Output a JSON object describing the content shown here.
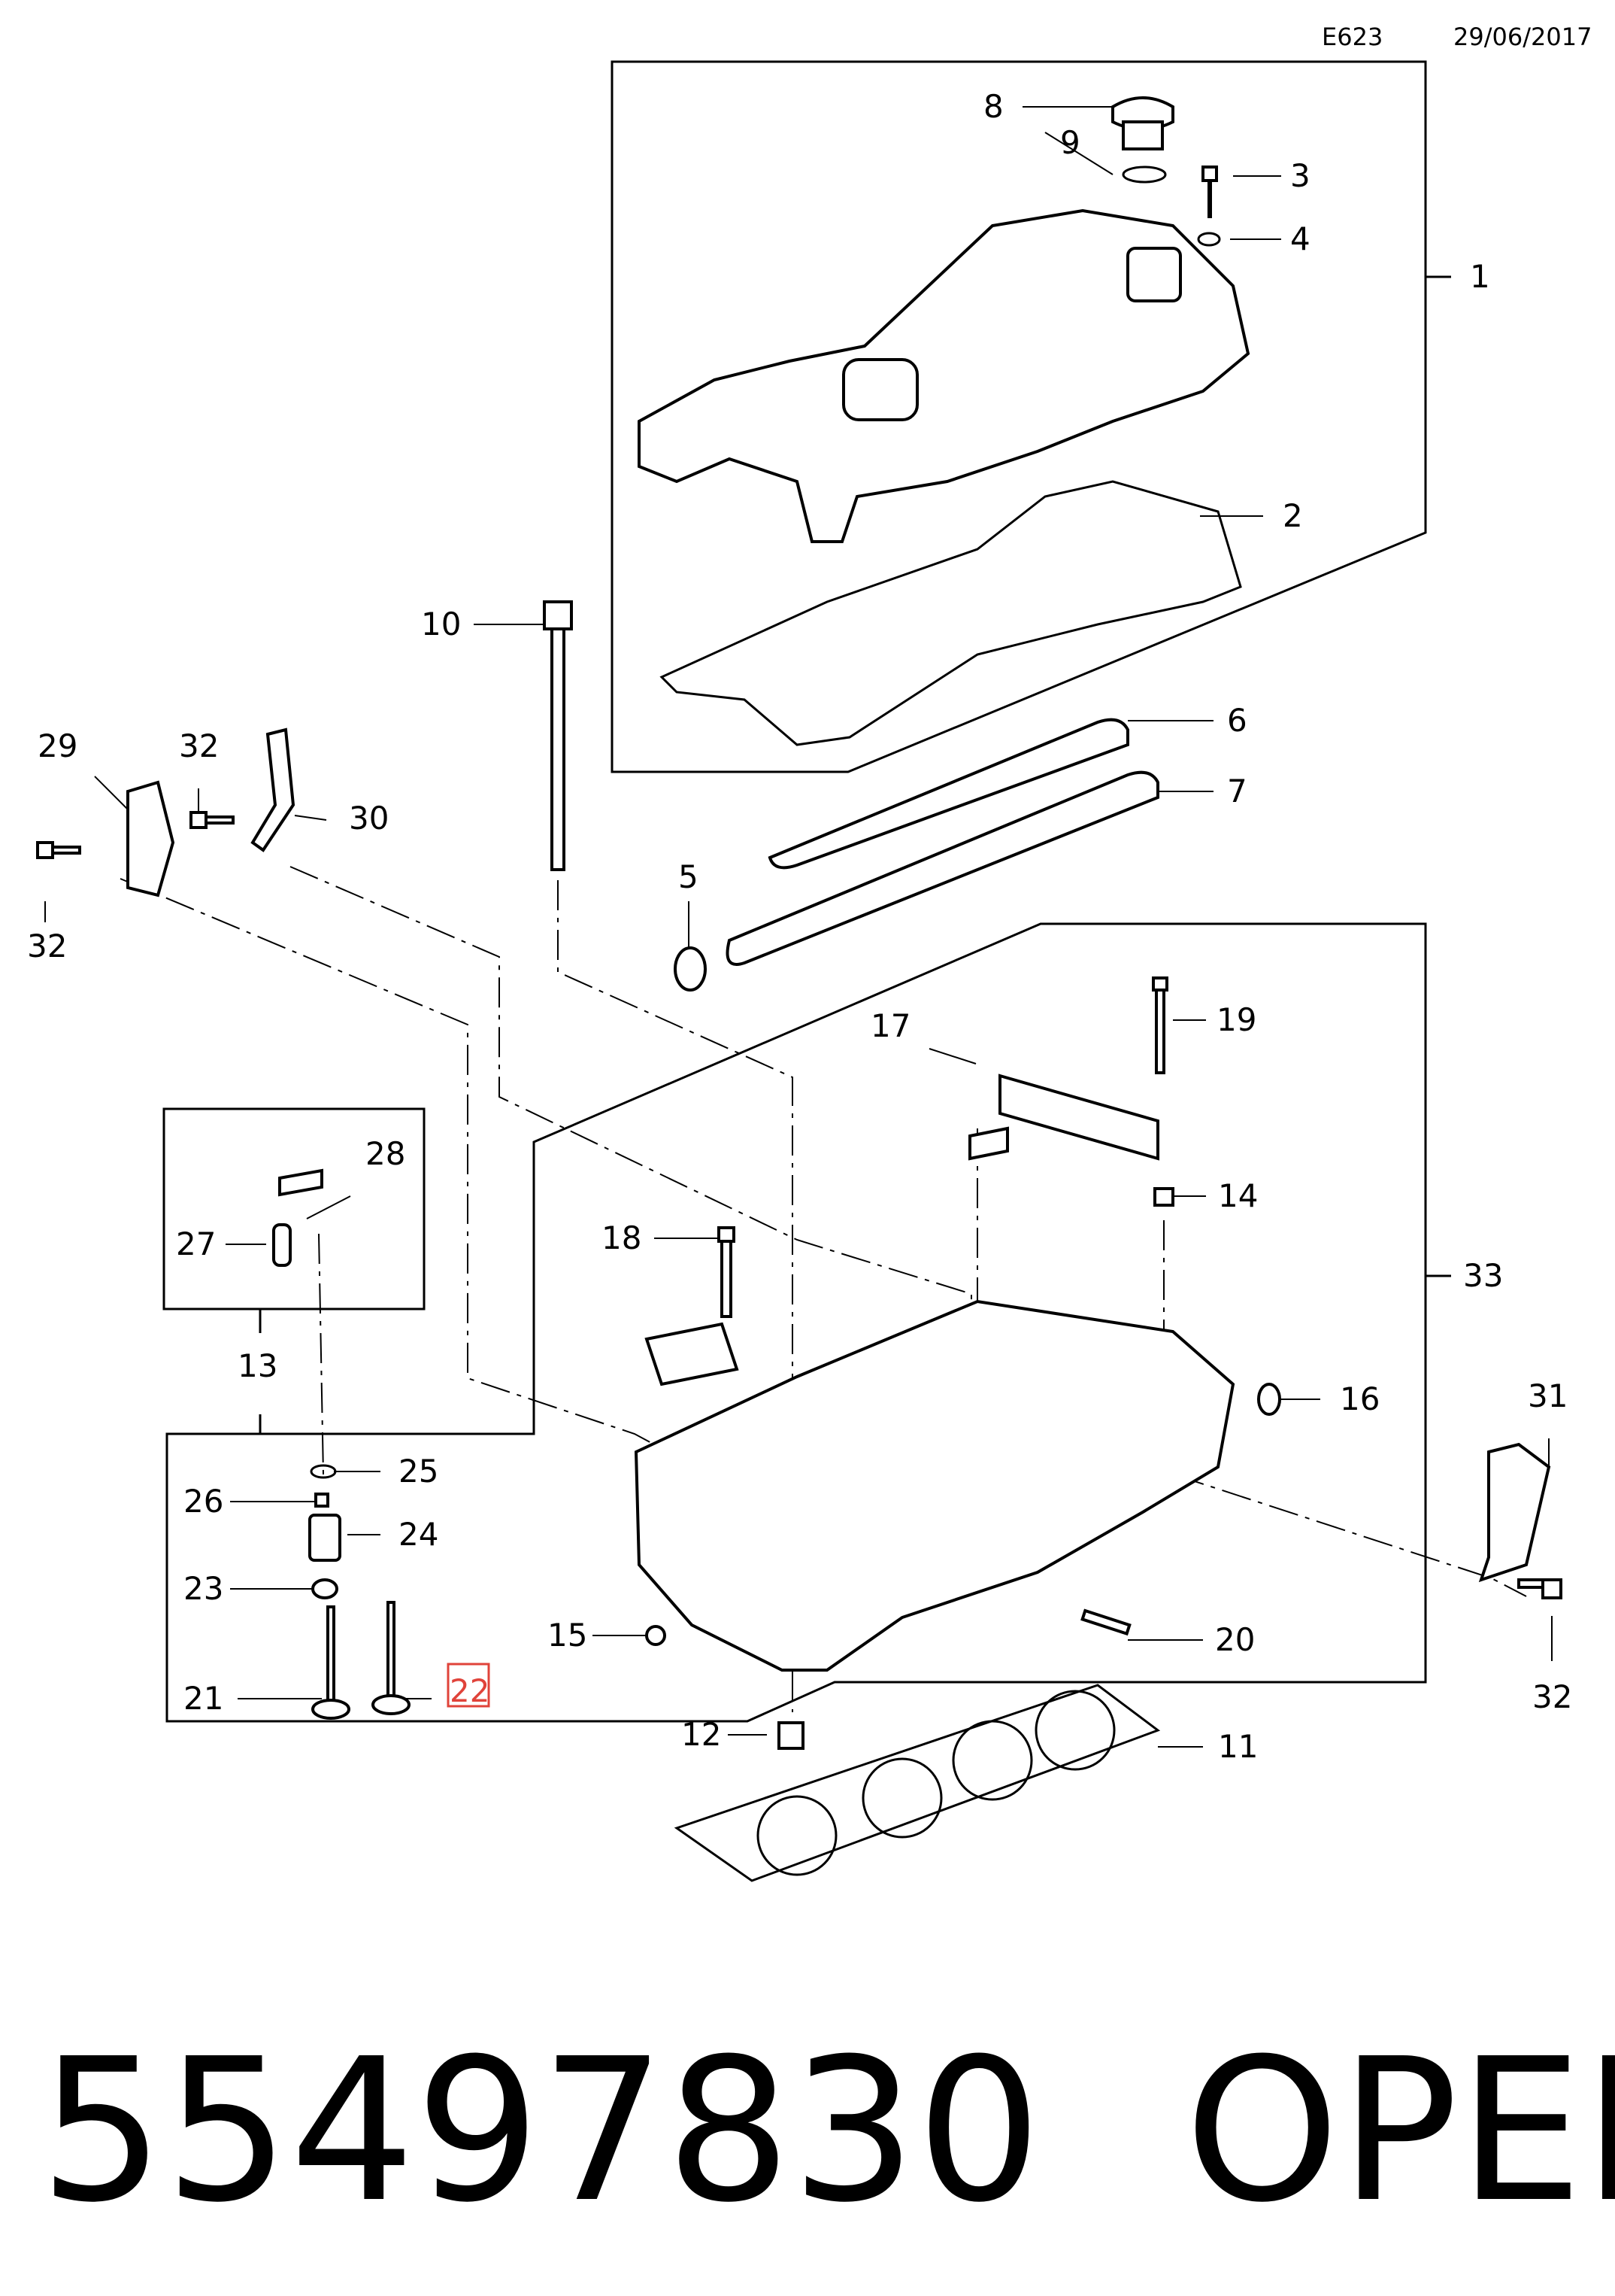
{
  "header": {
    "code": "E623",
    "date": "29/06/2017"
  },
  "callouts": [
    {
      "id": "1",
      "label": "1"
    },
    {
      "id": "2",
      "label": "2"
    },
    {
      "id": "3",
      "label": "3"
    },
    {
      "id": "4",
      "label": "4"
    },
    {
      "id": "5",
      "label": "5"
    },
    {
      "id": "6",
      "label": "6"
    },
    {
      "id": "7",
      "label": "7"
    },
    {
      "id": "8",
      "label": "8"
    },
    {
      "id": "9",
      "label": "9"
    },
    {
      "id": "10",
      "label": "10"
    },
    {
      "id": "11",
      "label": "11"
    },
    {
      "id": "12",
      "label": "12"
    },
    {
      "id": "13",
      "label": "13"
    },
    {
      "id": "14",
      "label": "14"
    },
    {
      "id": "15",
      "label": "15"
    },
    {
      "id": "16",
      "label": "16"
    },
    {
      "id": "17",
      "label": "17"
    },
    {
      "id": "18",
      "label": "18"
    },
    {
      "id": "19",
      "label": "19"
    },
    {
      "id": "20",
      "label": "20"
    },
    {
      "id": "21",
      "label": "21"
    },
    {
      "id": "22",
      "label": "22"
    },
    {
      "id": "23",
      "label": "23"
    },
    {
      "id": "24",
      "label": "24"
    },
    {
      "id": "25",
      "label": "25"
    },
    {
      "id": "26",
      "label": "26"
    },
    {
      "id": "27",
      "label": "27"
    },
    {
      "id": "28",
      "label": "28"
    },
    {
      "id": "29",
      "label": "29"
    },
    {
      "id": "30",
      "label": "30"
    },
    {
      "id": "31",
      "label": "31"
    },
    {
      "id": "32a",
      "label": "32"
    },
    {
      "id": "32b",
      "label": "32"
    },
    {
      "id": "32c",
      "label": "32"
    },
    {
      "id": "33",
      "label": "33"
    }
  ],
  "highlight_color": "#e0433a",
  "footer": {
    "part_number": "55497830",
    "brand": "OPEL"
  }
}
